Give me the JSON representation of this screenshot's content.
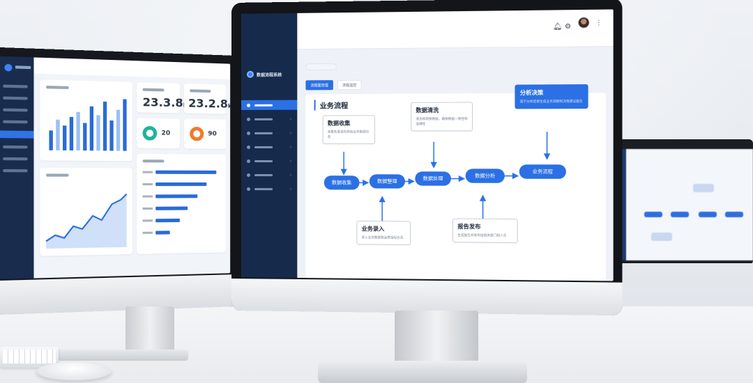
{
  "scene": "three-monitor-desk",
  "colors": {
    "accent": "#2b70e4",
    "sidebar": "#162a4c",
    "background": "#eef1f5"
  },
  "left_monitor": {
    "kpis": [
      {
        "value": "23.3.8",
        "unit": "k"
      },
      {
        "value": "23.2.8",
        "unit": "k"
      }
    ],
    "rings": [
      {
        "value": "20",
        "color": "#1fb39a"
      },
      {
        "value": "90",
        "color": "#f07a2a"
      }
    ],
    "bar_chart_levels": [
      0.35,
      0.55,
      0.45,
      0.6,
      0.7,
      0.5,
      0.8,
      0.65,
      0.9,
      0.55,
      0.75,
      0.95
    ],
    "hbar_levels": [
      0.95,
      0.8,
      0.65,
      0.5,
      0.38,
      0.22
    ]
  },
  "main_monitor": {
    "brand": "数据流程系统",
    "tabs": [
      {
        "label": "流程图管理",
        "active": true
      },
      {
        "label": "流程监控",
        "active": false
      }
    ],
    "canvas_title": "业务流程",
    "top_icons": [
      "bell-icon",
      "settings-icon"
    ],
    "menu_icon": "menu-icon",
    "boxes": {
      "source": {
        "title": "数据收集",
        "desc": "采集各渠道的原始业务数据信息"
      },
      "process": {
        "title": "数据清洗",
        "desc": "清洗和转换数据，确保数据一致性和准确性"
      },
      "insight": {
        "title": "分析决策",
        "desc": "基于分析结果生成业务洞察和决策建议报告"
      },
      "input": {
        "title": "业务录入",
        "desc": "录入业务数据和运营指标信息"
      },
      "report": {
        "title": "报告发布",
        "desc": "生成报告并发布给相关部门和人员"
      }
    },
    "pills": [
      "数据收集",
      "数据整理",
      "数据处理",
      "数据分析",
      "业务流程"
    ]
  }
}
